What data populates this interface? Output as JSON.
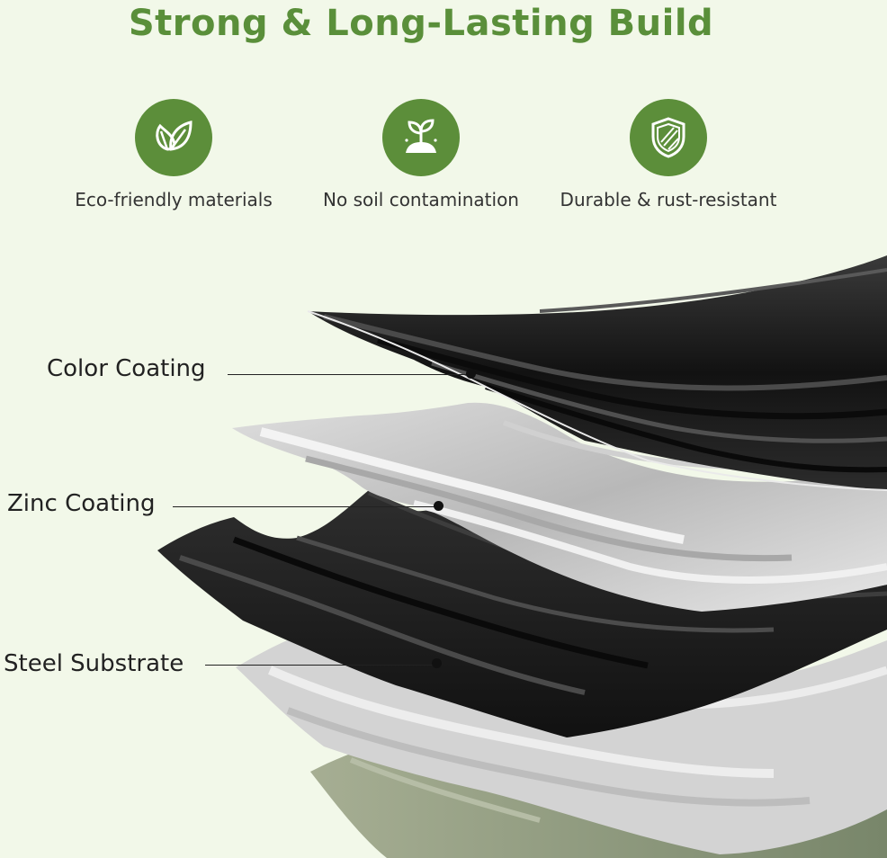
{
  "header": {
    "title": "Strong & Long-Lasting Build"
  },
  "features": [
    {
      "icon": "leaves-icon",
      "label": "Eco-friendly materials"
    },
    {
      "icon": "sprout-soil-icon",
      "label": "No soil contamination"
    },
    {
      "icon": "shield-icon",
      "label": "Durable & rust-resistant"
    }
  ],
  "layers": {
    "color_coating": "Color Coating",
    "zinc_coating": "Zinc Coating",
    "steel_substrate": "Steel Substrate"
  },
  "colors": {
    "accent_green": "#5c8e3a",
    "background": "#f2f8e9",
    "black_coating": "#1e1e1e",
    "zinc_silver": "#c9c9c9",
    "base_olive": "#8e9a7c"
  }
}
